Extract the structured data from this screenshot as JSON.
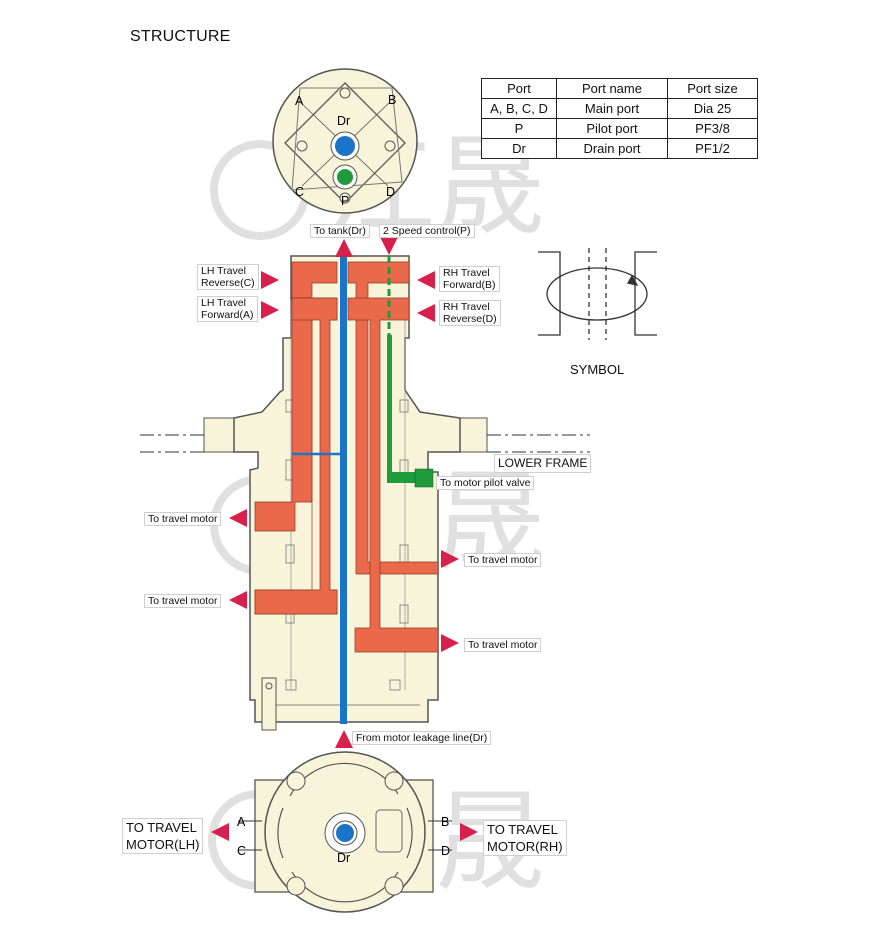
{
  "title": "STRUCTURE",
  "watermark": "江晟",
  "port_table": {
    "headers": [
      "Port",
      "Port name",
      "Port size"
    ],
    "rows": [
      [
        "A, B, C, D",
        "Main port",
        "Dia 25"
      ],
      [
        "P",
        "Pilot port",
        "PF3/8"
      ],
      [
        "Dr",
        "Drain port",
        "PF1/2"
      ]
    ]
  },
  "top_view": {
    "A": "A",
    "B": "B",
    "C": "C",
    "D": "D",
    "Dr": "Dr",
    "P": "P"
  },
  "bottom_view": {
    "A": "A",
    "B": "B",
    "C": "C",
    "D": "D",
    "Dr": "Dr"
  },
  "labels": {
    "to_tank": "To tank(Dr)",
    "two_speed": "2 Speed control(P)",
    "lh_rev_1": "LH Travel",
    "lh_rev_2": "Reverse(C)",
    "lh_fwd_1": "LH Travel",
    "lh_fwd_2": "Forward(A)",
    "rh_fwd_1": "RH Travel",
    "rh_fwd_2": "Forward(B)",
    "rh_rev_1": "RH Travel",
    "rh_rev_2": "Reverse(D)",
    "symbol": "SYMBOL",
    "lower_frame": "LOWER FRAME",
    "pilot_valve": "To motor pilot valve",
    "travel_motor": "To travel motor",
    "leakage": "From motor leakage line(Dr)",
    "lh_motor_1": "TO TRAVEL",
    "lh_motor_2": "MOTOR(LH)",
    "rh_motor_1": "TO TRAVEL",
    "rh_motor_2": "MOTOR(RH)"
  },
  "colors": {
    "body": "#f7f4d9",
    "oil": "#e9694a",
    "drain": "#1a74c8",
    "pilot": "#1f9b3c",
    "arrow": "#d8204c",
    "outline": "#555555"
  }
}
